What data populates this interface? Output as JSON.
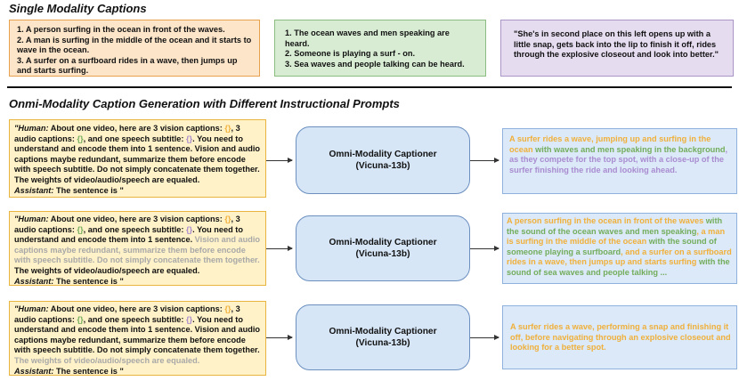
{
  "section1": {
    "title": "Single Modality Captions"
  },
  "vision_captions": [
    "1. A person surfing in the ocean in front of the waves.",
    "2. A man is surfing in the middle of the ocean and it starts to wave in the ocean.",
    "3. A surfer on a surfboard rides in a wave, then jumps up and starts surfing."
  ],
  "audio_captions": [
    "1. The ocean waves and men speaking are heard.",
    "2. Someone is playing a surf - on.",
    "3. Sea waves and people talking can be heard."
  ],
  "speech_subtitle": "\"She's in second place on this left opens up with a little snap, gets back into the lip to finish it off, rides through the explosive closeout and look into better.\"",
  "section2": {
    "title": "Onmi-Modality Caption Generation with Different Instructional Prompts"
  },
  "prompt": {
    "human": "\"Human:",
    "p1": " About one video, here are 3 vision captions: ",
    "braces": "{}",
    "p2": ", 3 audio captions: ",
    "p3": ", and one speech subtitle: ",
    "p4": ". You need to understand and encode them into 1 sentence.",
    "p5": " Vision and audio captions maybe redundant, summarize them before encode with speech subtitle. Do not simply concatenate them together.",
    "p6": " The weights of video/audio/speech are equaled.",
    "assistant": "Assistant:",
    "p7": " The sentence is \""
  },
  "model": {
    "name": "Omni-Modality Captioner",
    "sub": "(Vicuna-13b)"
  },
  "outputs": {
    "o1": {
      "a": "A surfer rides a wave, jumping up and surfing in the ocean",
      "b": " with waves and men speaking in the background",
      "c": ", as they compete for the top spot, with a close-up of the surfer finishing the ride and looking ahead."
    },
    "o2": {
      "a": "A person surfing in the ocean in front of the waves",
      "b": " with the sound of the ocean waves and men speaking",
      "c": ", a man is surfing in the middle of the ocean",
      "d": " with the sound of someone playing a surfboard",
      "e": ", and a surfer on a surfboard rides in a wave, then jumps up and starts surfing",
      "f": " with the sound of sea waves and people talking ..."
    },
    "o3": {
      "a": "A surfer rides a wave",
      "b": ", performing a snap and finishing it off, before navigating through an explosive closeout and looking for a better spot."
    }
  },
  "colors": {
    "vision": "#f0b03b",
    "audio": "#73ad5c",
    "speech": "#a98cd0",
    "dimmed": "#a8a8a8",
    "orange_box": "#fde5c9",
    "green_box": "#d8ecd3",
    "purple_box": "#e6dcf0",
    "prompt_box": "#fff2c8",
    "model_box": "#d6e6f7",
    "output_box": "#dbe9f8"
  }
}
